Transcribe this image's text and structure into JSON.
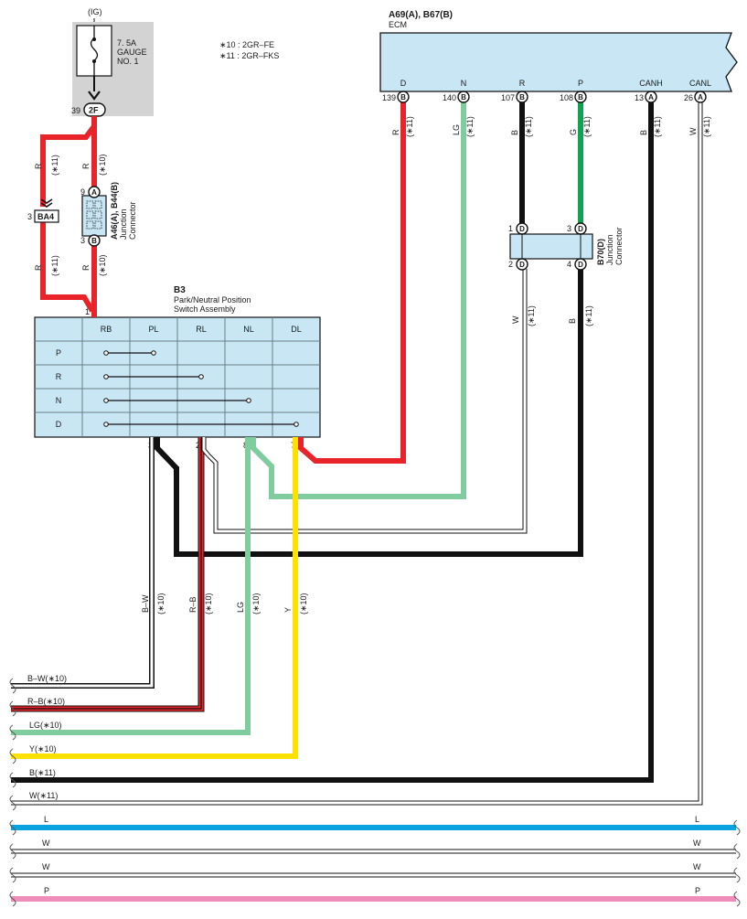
{
  "fuse": {
    "ignition_label": "(IG)",
    "line1": "7. 5A",
    "line2": "GAUGE",
    "line3": "NO. 1",
    "pin_number": "39",
    "pin_code": "2F"
  },
  "notes": {
    "note10": "∗10 : 2GR–FE",
    "note11": "∗11 : 2GR–FKS"
  },
  "ecm": {
    "part_code": "A69(A), B67(B)",
    "name": "ECM",
    "terminals": [
      {
        "label": "D",
        "num": "139",
        "code": "B",
        "wire": "R",
        "note": "(∗11)"
      },
      {
        "label": "N",
        "num": "140",
        "code": "B",
        "wire": "LG",
        "note": "(∗11)"
      },
      {
        "label": "R",
        "num": "107",
        "code": "B",
        "wire": "B",
        "note": "(∗11)"
      },
      {
        "label": "P",
        "num": "108",
        "code": "B",
        "wire": "G",
        "note": "(∗11)"
      },
      {
        "label": "CANH",
        "num": "13",
        "code": "A",
        "wire": "B",
        "note": "(∗11)"
      },
      {
        "label": "CANL",
        "num": "26",
        "code": "A",
        "wire": "W",
        "note": "(∗11)"
      }
    ]
  },
  "junction1": {
    "title": "A46(A), B44(B)",
    "line1": "Junction",
    "line2": "Connector",
    "pin_top_num": "9",
    "pin_top_code": "A",
    "pin_bottom_num": "3",
    "pin_bottom_code": "B"
  },
  "ba4": {
    "label": "BA4",
    "pin": "3"
  },
  "left_wires": {
    "upper_r": "R",
    "upper_r_note": "(∗11)",
    "upper_r2": "R",
    "upper_r2_note": "(∗10)",
    "lower_r": "R",
    "lower_r_note": "(∗11)",
    "lower_r2": "R",
    "lower_r2_note": "(∗10)",
    "pin1": "1"
  },
  "junction2": {
    "title": "B70(D)",
    "line1": "Junction",
    "line2": "Connector",
    "pins": [
      "1",
      "3",
      "2",
      "4"
    ],
    "code": "D",
    "w_label": "W",
    "w_note": "(∗11)",
    "b_label": "B",
    "b_note": "(∗11)"
  },
  "switch": {
    "code": "B3",
    "name1": "Park/Neutral Position",
    "name2": "Switch Assembly",
    "columns": [
      "RB",
      "PL",
      "RL",
      "NL",
      "DL"
    ],
    "rows": [
      "P",
      "R",
      "N",
      "D"
    ],
    "pins": [
      "3",
      "2",
      "8",
      "7"
    ]
  },
  "down_wires": [
    {
      "label": "B–W",
      "note": "(∗10)"
    },
    {
      "label": "R–B",
      "note": "(∗10)"
    },
    {
      "label": "LG",
      "note": "(∗10)"
    },
    {
      "label": "Y",
      "note": "(∗10)"
    }
  ],
  "bus_labels": {
    "bw": "B–W(∗10)",
    "rb": "R–B(∗10)",
    "lg": "LG(∗10)",
    "y": "Y(∗10)",
    "b": "B(∗11)",
    "w": "W(∗11)",
    "l_left": "L",
    "l_right": "L",
    "w1_left": "W",
    "w1_right": "W",
    "w2_left": "W",
    "w2_right": "W",
    "p_left": "P",
    "p_right": "P"
  },
  "colors": {
    "red": "#e8232a",
    "green_lg": "#7fcc9e",
    "green_g": "#11a150",
    "yellow": "#ffe100",
    "blue": "#0aa3e0",
    "pink": "#ef8dba",
    "black": "#111111",
    "light_blue": "#c8e6f4",
    "fuse_gray": "#d3d3d3"
  }
}
